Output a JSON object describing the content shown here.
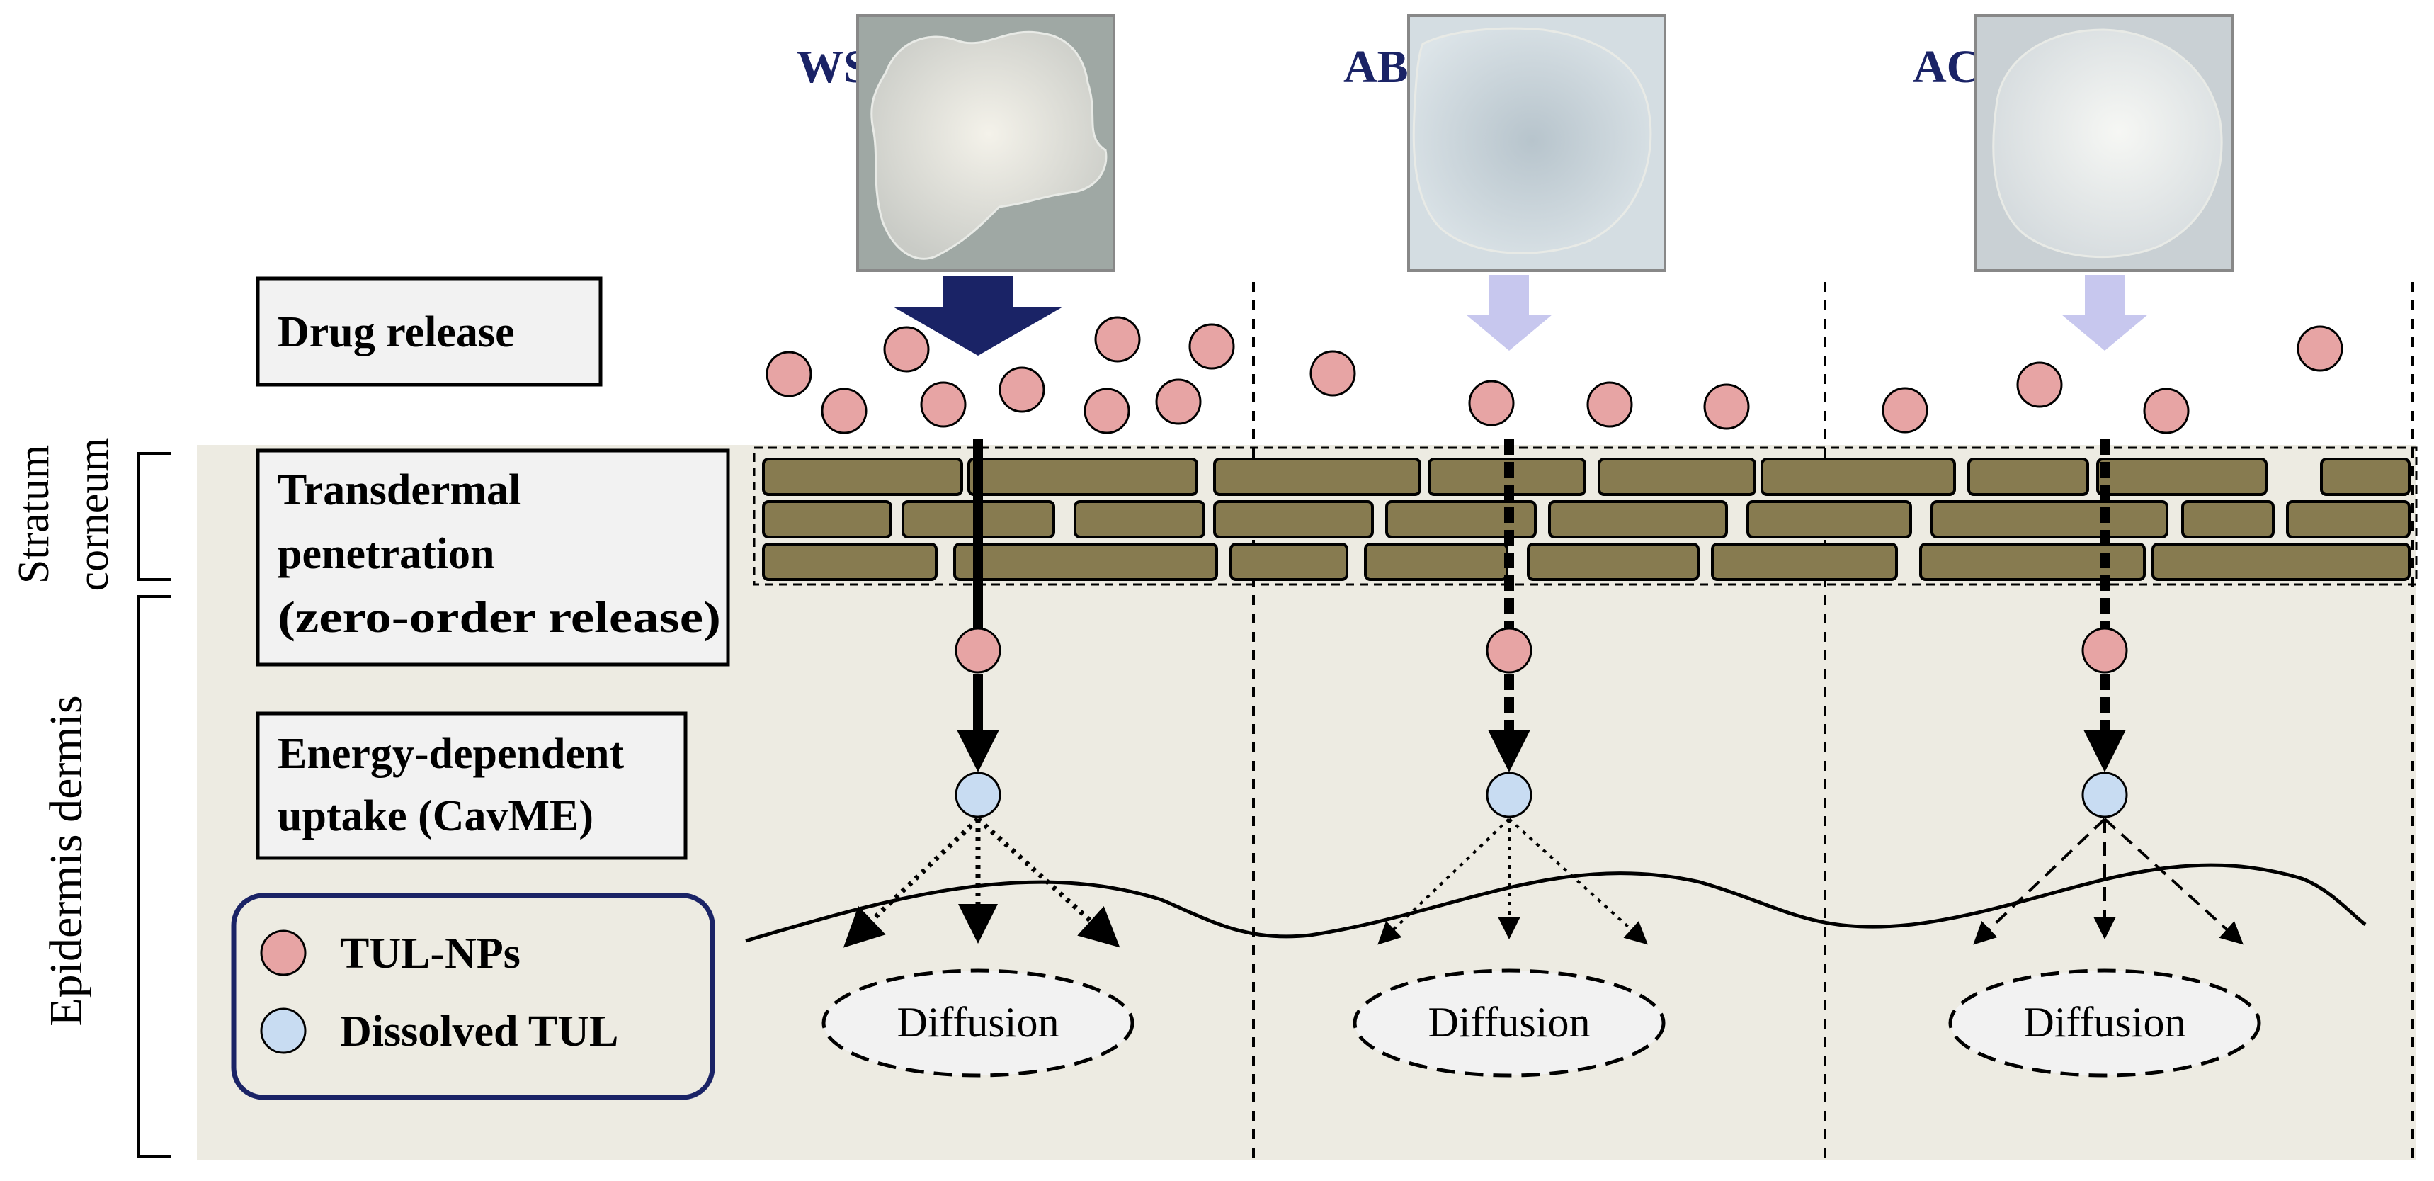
{
  "colors": {
    "panel": "#EDEBE2",
    "brick": "#877B50",
    "nanoparticle": "#E7A4A4",
    "dissolved": "#C8DCF2",
    "arrow_strong": "#1A2366",
    "arrow_weak": "#C7C7EE",
    "group_label": "#1A2366",
    "legend_border": "#1A2366"
  },
  "groups": [
    {
      "label": "WS",
      "photo_tone": "white irregular sample",
      "release_arrow": "strong",
      "penetration_line": "solid",
      "diffusion_style": "dotted"
    },
    {
      "label": "AB",
      "photo_tone": "translucent bluish sample",
      "release_arrow": "weak",
      "penetration_line": "dashed",
      "diffusion_style": "dotted"
    },
    {
      "label": "AC",
      "photo_tone": "opaque white round sample",
      "release_arrow": "weak",
      "penetration_line": "dashed",
      "diffusion_style": "dashed"
    }
  ],
  "steps": {
    "drug_release": "Drug release",
    "penetration_line1": "Transdermal",
    "penetration_line2": "penetration",
    "penetration_line3": "(zero-order release)",
    "uptake_line1": "Energy-dependent",
    "uptake_line2": "uptake (CavME)"
  },
  "layers": {
    "stratum_line1": "Stratum",
    "stratum_line2": "corneum",
    "epidermis": "Epidermis dermis"
  },
  "diffusion_label": "Diffusion",
  "legend": {
    "np_label": "TUL-NPs",
    "dissolved_label": "Dissolved TUL",
    "np_icon": "pink-circle",
    "dissolved_icon": "light-blue-circle"
  }
}
